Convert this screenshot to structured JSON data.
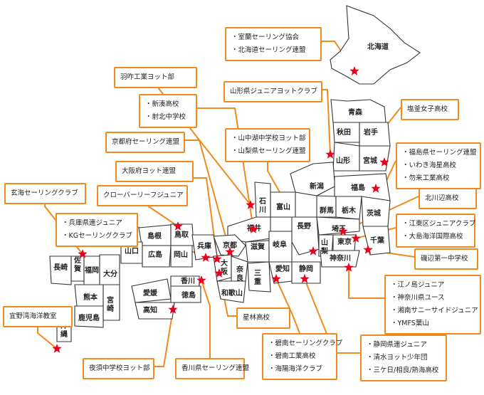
{
  "colors": {
    "accent": "#f08a1c",
    "star": "#e8001c",
    "border": "#333333"
  },
  "prefectures": {
    "hokkaido": "北海道",
    "aomori": "青森",
    "akita": "秋田",
    "iwate": "岩手",
    "yamagata": "山形",
    "miyagi": "宮城",
    "niigata": "新潟",
    "fukushima": "福島",
    "ishikawa": "石川",
    "toyama": "富山",
    "gunma": "群馬",
    "tochigi": "栃木",
    "ibaraki": "茨城",
    "nagano": "長野",
    "saitama": "埼玉",
    "fukui": "福井",
    "shimane": "島根",
    "tottori": "鳥取",
    "kyoto": "京都",
    "shiga": "滋賀",
    "gifu": "岐阜",
    "yamanashi": "山梨",
    "tokyo": "東京",
    "chiba": "千葉",
    "yamaguchi": "山口",
    "hiroshima": "広島",
    "okayama": "岡山",
    "hyogo": "兵庫",
    "osaka": "大阪",
    "nara": "奈良",
    "mie": "三重",
    "aichi": "愛知",
    "shizuoka": "静岡",
    "kanagawa": "神奈川",
    "nagasaki": "長崎",
    "saga": "佐賀",
    "fukuoka": "福岡",
    "oita": "大分",
    "kumamoto": "熊本",
    "miyazaki": "宮崎",
    "kagoshima": "鹿児島",
    "kagawa": "香川",
    "ehime": "愛媛",
    "tokushima": "徳島",
    "kochi": "高知",
    "wakayama": "和歌山",
    "okinawa": "沖縄"
  },
  "clubs": {
    "hokkaido": [
      "・室蘭セーリング協会",
      "・北海道セーリング連盟"
    ],
    "hamura": [
      "羽咋工業ヨット部"
    ],
    "yamagata": [
      "山形県ジュニアヨットクラブ"
    ],
    "shiogama": [
      "塩釜女子高校"
    ],
    "niiminato": [
      "・新湊高校",
      "・射北中学校"
    ],
    "kyoto": [
      "京都府セーリング連盟"
    ],
    "yamanashi": [
      "・山中湖中学校ヨット部",
      "・山梨県セーリング連盟"
    ],
    "fukushima": [
      "・福島県セーリング連盟",
      "・いわき海星高校",
      "・勿来工業高校"
    ],
    "osaka": [
      "大阪府ヨット連盟"
    ],
    "genkai": [
      "玄海セーリングクラブ"
    ],
    "clover": [
      "クローバーリーフジュニア"
    ],
    "kitagawabe": [
      "北川辺高校"
    ],
    "hyogo": [
      "・兵庫県連ジュニア",
      "・KGセーリングクラブ"
    ],
    "koto": [
      "・江東区ジュニアクラブ",
      "・大島海洋国際高校"
    ],
    "isobe": [
      "磯辺第一中学校"
    ],
    "kanagawa": [
      "・江ノ島ジュニア",
      "・神奈川県ユース",
      "・湘南サニーサイドジュニア",
      "・YMFS葉山"
    ],
    "ginowan": [
      "宜野湾海洋教室"
    ],
    "seirin": [
      "星林高校"
    ],
    "aichi": [
      "・碧南セーリングクラブ",
      "・碧南工業高校",
      "・海陽海洋クラブ"
    ],
    "shizuoka": [
      "・静岡県連ジュニア",
      "・清水ヨット少年団",
      "・三ケ日/相良/熱海高校"
    ],
    "yasu": [
      "夜須中学校ヨット部"
    ],
    "kagawa": [
      "香川県セーリング連盟"
    ]
  }
}
